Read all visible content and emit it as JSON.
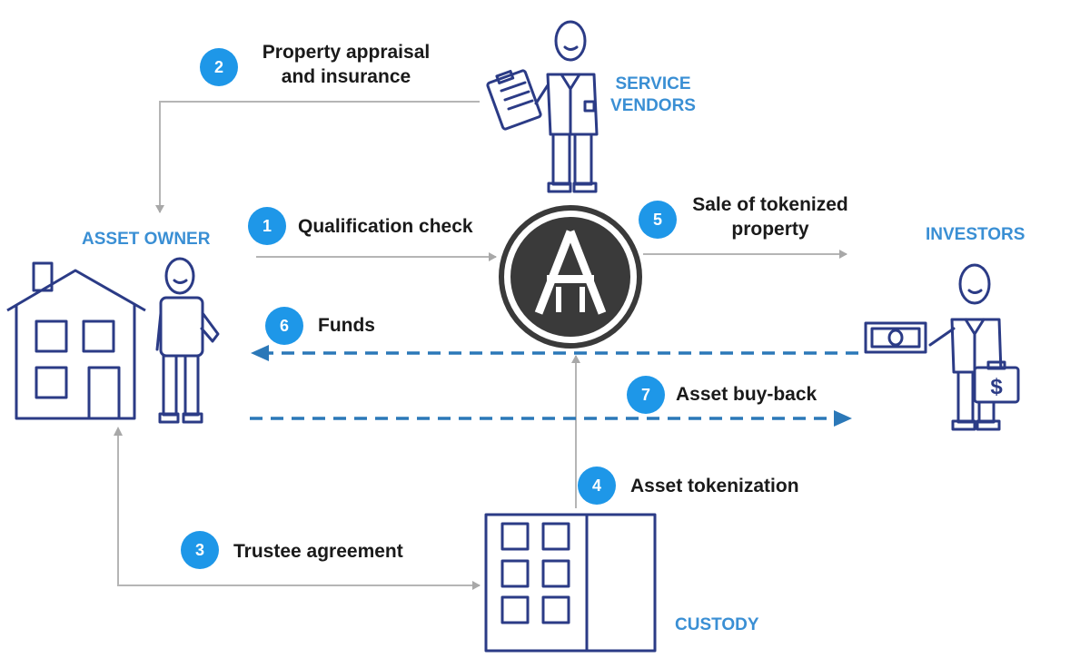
{
  "actors": {
    "asset_owner": "ASSET OWNER",
    "service_vendors_line1": "SERVICE",
    "service_vendors_line2": "VENDORS",
    "investors": "INVESTORS",
    "custody": "CUSTODY"
  },
  "steps": [
    {
      "number": "1",
      "label": "Qualification check"
    },
    {
      "number": "2",
      "label_line1": "Property appraisal",
      "label_line2": "and insurance"
    },
    {
      "number": "3",
      "label": "Trustee agreement"
    },
    {
      "number": "4",
      "label": "Asset tokenization"
    },
    {
      "number": "5",
      "label_line1": "Sale of tokenized",
      "label_line2": "property"
    },
    {
      "number": "6",
      "label": "Funds"
    },
    {
      "number": "7",
      "label": "Asset buy-back"
    }
  ],
  "icons": {
    "currency_symbol": "$"
  },
  "colors": {
    "badge": "#1e97e8",
    "actor_label": "#3a8fd4",
    "line_art": "#2b3b86",
    "dashed_flow": "#2b78b8",
    "solid_flow": "#b5b5b5",
    "platform_logo": "#3a3a3a"
  }
}
